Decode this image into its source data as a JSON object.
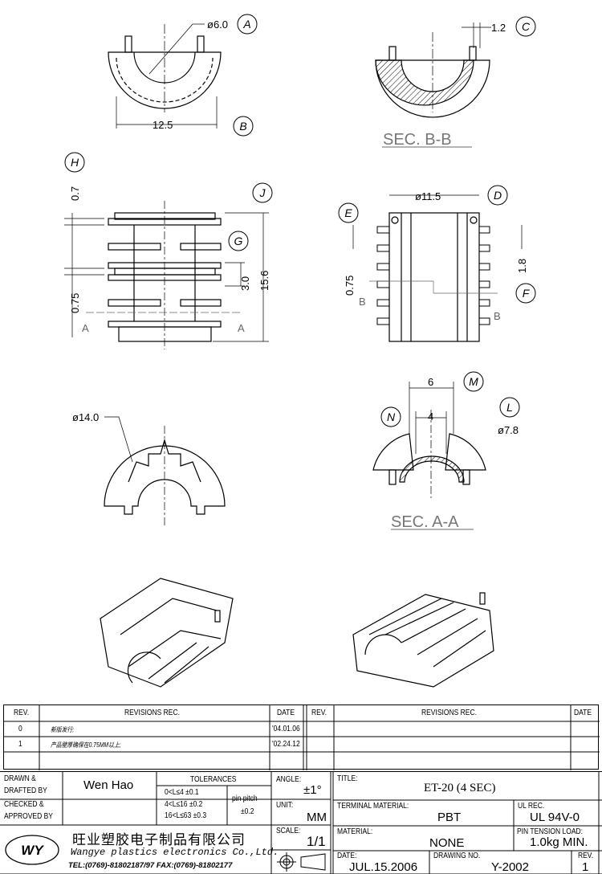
{
  "drawing": {
    "labels": {
      "A": "A",
      "B": "B",
      "C": "C",
      "D": "D",
      "E": "E",
      "F": "F",
      "G": "G",
      "H": "H",
      "J": "J",
      "L": "L",
      "M": "M",
      "N": "N"
    },
    "dims": {
      "d6_0": "ø6.0",
      "w12_5": "12.5",
      "t1_2": "1.2",
      "h0_7": "0.7",
      "h0_75": "0.75",
      "h3_0": "3.0",
      "h15_6": "15.6",
      "d11_5": "ø11.5",
      "h0_75b": "0.75",
      "h1_8": "1.8",
      "d14_0": "ø14.0",
      "w6": "6",
      "w4": "4",
      "d7_8": "ø7.8"
    },
    "section_marks": {
      "a": "A",
      "b": "B"
    },
    "sections": {
      "bb": "SEC. B-B",
      "aa": "SEC. A-A"
    }
  },
  "revisions": {
    "headers": {
      "rev": "REV.",
      "rec": "REVISIONS   REC.",
      "date": "DATE"
    },
    "rows": [
      {
        "rev": "0",
        "rec": "新版发行;",
        "date": "'04.01.06"
      },
      {
        "rev": "1",
        "rec": "产品壁厚确保在0.75MM以上;",
        "date": "'02.24.12"
      }
    ]
  },
  "title_block": {
    "drawn_label": "DRAWN &\nDRAFTED BY",
    "drawn_l1": "DRAWN &",
    "drawn_l2": "DRAFTED BY",
    "drawn_by": "Wen Hao",
    "checked_l1": "CHECKED &",
    "checked_l2": "APPROVED BY",
    "tolerances": "TOLERANCES",
    "tol_rows": [
      "0<L≤4   ±0.1",
      "4<L≤16  ±0.2",
      "16<L≤63  ±0.3"
    ],
    "pin_pitch": "pin pitch",
    "pin_pitch_tol": "±0.2",
    "angle_label": "ANGLE:",
    "angle": "±1°",
    "unit_label": "UNIT:",
    "unit": "MM",
    "scale_label": "SCALE:",
    "scale": "1/1",
    "company_cn": "旺业塑胶电子制品有限公司",
    "company_en": "Wangye plastics electronics Co.,Ltd.",
    "contact": "TEL:(0769)-81802187/97   FAX:(0769)-81802177",
    "logo": "WY",
    "title_label": "TITLE:",
    "title": "ET-20  (4 SEC)",
    "terminal_label": "TERMINAL MATERIAL:",
    "terminal": "PBT",
    "ul_label": "UL REC.",
    "ul": "UL 94V-0",
    "material_label": "MATERIAL:",
    "material": "NONE",
    "pin_load_label": "PIN TENSION LOAD:",
    "pin_load": "1.0kg  MIN.",
    "date_label": "DATE:",
    "date": "JUL.15.2006",
    "dwg_label": "DRAWING NO.",
    "dwg": "Y-2002",
    "rev_label": "REV.",
    "rev": "1"
  }
}
